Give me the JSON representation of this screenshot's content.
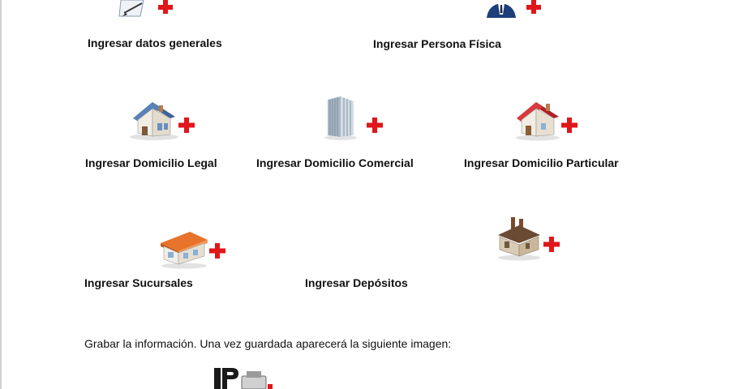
{
  "items": {
    "datos_generales": "Ingresar datos generales",
    "persona_fisica": "Ingresar Persona Física",
    "domicilio_legal": "Ingresar Domicilio Legal",
    "domicilio_comercial": "Ingresar Domicilio Comercial",
    "domicilio_particular": "Ingresar Domicilio Particular",
    "sucursales": "Ingresar Sucursales",
    "depositos": "Ingresar Depósitos"
  },
  "footer": {
    "instruction": "Grabar la información. Una vez guardada aparecerá la siguiente imagen:"
  },
  "colors": {
    "plus_red": "#e0161b",
    "roof_blue": "#4a6fa5",
    "roof_red": "#c8262b",
    "roof_orange": "#e9772c",
    "roof_brown": "#6b4a33"
  },
  "icons": {
    "datos_generales": "document-edit-icon",
    "persona_fisica": "person-icon",
    "domicilio_legal": "blue-house-icon",
    "domicilio_comercial": "office-building-icon",
    "domicilio_particular": "red-house-icon",
    "sucursales": "orange-house-icon",
    "depositos": "warehouse-icon",
    "saved": "ip-stamp-icon"
  }
}
